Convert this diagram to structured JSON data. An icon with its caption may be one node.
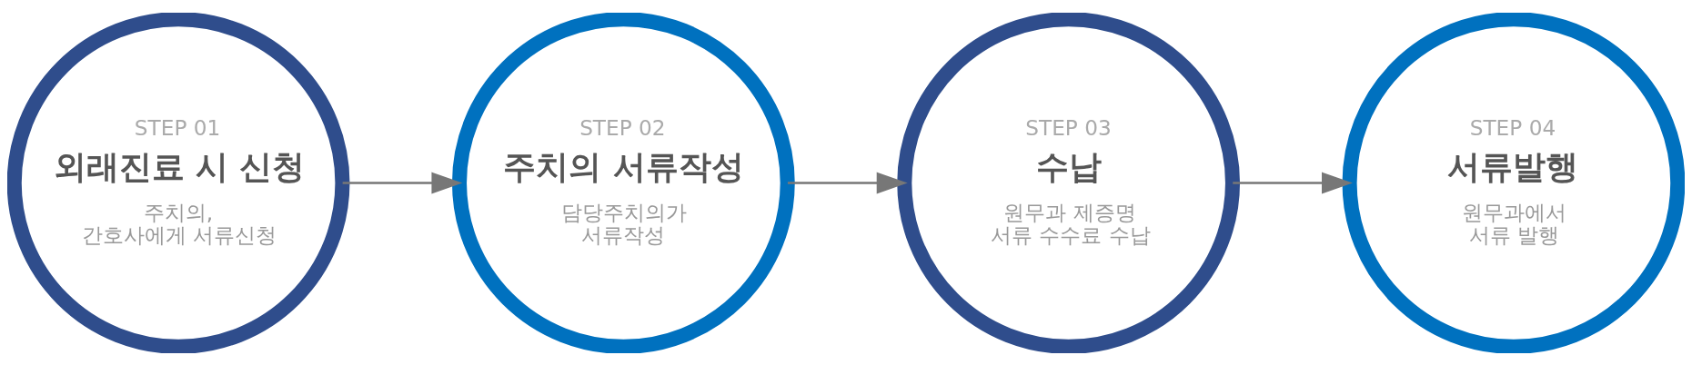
{
  "diagram": {
    "nodes": [
      {
        "text": [
          "STEP 01",
          "외래진료 시 신청",
          "주치의, 간호사에게 서류신청"
        ]
      },
      {
        "text": [
          "STEP 02",
          "주치의 서류작성",
          "담당주치의가 서류작성"
        ]
      },
      {
        "text": [
          "STEP 03",
          "수납",
          "원무과 제증명 서류 수수료 수납"
        ]
      },
      {
        "text": [
          "STEP 04",
          "서류발행",
          "원무과에서 서류 발행"
        ]
      }
    ],
    "edges": [
      {
        "from": 0,
        "to": 1,
        "arrow": "to"
      },
      {
        "from": 1,
        "to": 2,
        "arrow": "to"
      },
      {
        "from": 2,
        "to": 3,
        "arrow": "to"
      }
    ]
  }
}
